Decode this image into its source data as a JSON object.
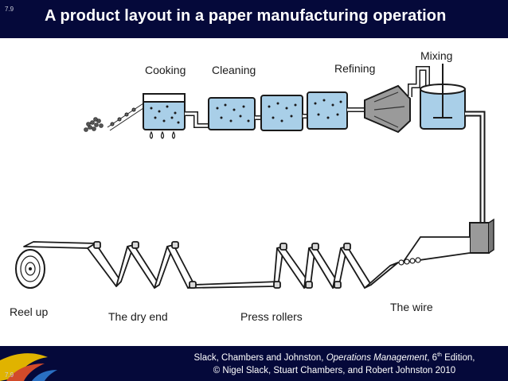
{
  "slide": {
    "number": "7.9",
    "title": "A product layout in a paper manufacturing operation"
  },
  "diagram": {
    "stages": {
      "cooking": "Cooking",
      "cleaning": "Cleaning",
      "refining": "Refining",
      "mixing": "Mixing",
      "wire": "The wire",
      "press_rollers": "Press rollers",
      "dry_end": "The dry end",
      "reel_up": "Reel up"
    }
  },
  "footer": {
    "citation": {
      "authors": "Slack, Chambers and Johnston, ",
      "book": "Operations Management",
      "edition_sep": ", 6",
      "edition_sup": "th",
      "edition_rest": " Edition,",
      "line2": "© Nigel Slack, Stuart Chambers, and Robert Johnston 2010"
    }
  },
  "colors": {
    "header_bg": "#05093a",
    "water": "#a9cfe8",
    "tank_outline": "#1a1a1a"
  }
}
